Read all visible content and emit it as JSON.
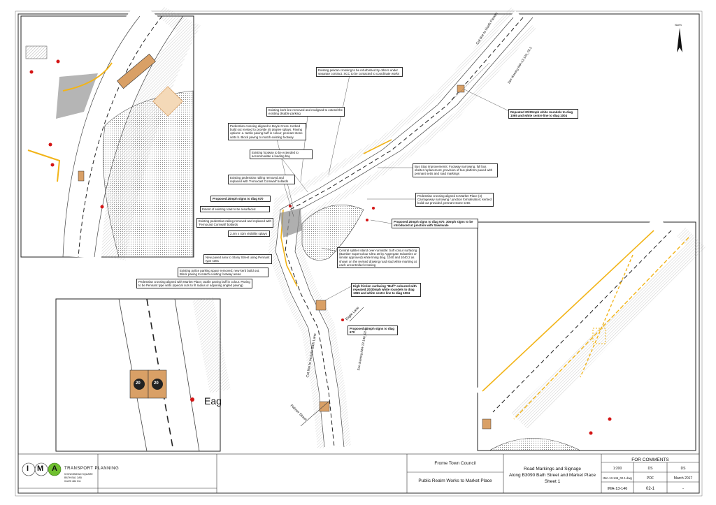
{
  "annotations": [
    "Existing pelican crossing to be refurbished by others under separate contract. SCC to be contacted to coordinate works",
    "Existing kerb line removed and realigned to extend the existing disable parking",
    "Pedestrian crossing aligned to Boyle Cross. Kerbed build out revised to provide 45 degree splays. Paving options: a. tactile paving buff in colour; pennant stone setts b. Block paving to match existing footway",
    "Existing footway to be extended to accommodate a loading bay",
    "Existing pedestrian railing removed and replaced with 'Fernocast Cornwall' bollards",
    "Proposed 20mph signs to diag 670",
    "Extent of existing road to be resurfaced",
    "Existing pedestrian railing removed and replaced with 'Fernocast Cornwall' bollards",
    "2.4m x 43m visibility splays",
    "New paved area to Stony Street using Pennant type setts",
    "Existing police parking space removed; new kerb build out. Block paving to match existing footway areas",
    "Pedestrian crossing aligned with Market Place; tactile paving buff in colour. Paving to be Pennant type setts (special cuts to fit radius or adjoining angled paving)",
    "Repeated 20/30mph white roundels to diag 1065 and white centre line to diag 1004",
    "Bus Stop improvements: Footway narrowing, full bus shelter replacement, provision of bus platform paved with pennant setts and road markings",
    "Pedestrian crossing aligned to Market Place (4) Carriageway narrowing / junction formalisation; kerbed build out provided, pennant stone setts",
    "Proposed 20mph signs to diag 670. 30mph signs to be introduced at junction with Sawmvale",
    "Central splitter island over-runnable: buff colour surfacing (Bamber Supercolour Ultra 10 by Aggregate Industries or similar approved) white lining diag. 1040 and 1040.2 as shown on the revised drawing road stud white marking at each uncontrolled crossing",
    "High friction surfacing \"Buff\" coloured with repeated 20/30mph white roundels to diag 1065 and white centre line to diag 1004",
    "Proposed 20mph signs to diag 670"
  ],
  "map_labels": {
    "north": "North",
    "cut_line_top": "Cut line to North Parade",
    "see_drawing_top": "See drawing IMA-13-146_02-2",
    "eagle_lane": "Eagle Lane",
    "cut_line_bottom": "Cut line to Include Bath Lane",
    "see_drawing_bottom": "See drawing IMA-13-146_02-2",
    "palmer_street": "Palmer Street",
    "eagle_partial": "Eag",
    "roundel": "20"
  },
  "title_block": {
    "company": "TRANSPORT PLANNING",
    "logo_letters": [
      "I",
      "M",
      "A"
    ],
    "address": [
      "5 KINGSMEAD SQUARE",
      "BATH   BA1 2AB",
      "01225 484 011"
    ],
    "client": "Frome Town Council",
    "project": "Public Realm Works to Market Place",
    "title": [
      "Road Markings and Signage",
      "Along B3090 Bath Street and Market Place",
      "Sheet 1"
    ],
    "status": "FOR COMMENTS",
    "scale": "1:200",
    "drawn": "DS",
    "checked": "DS",
    "file": "IMA-13-146_02-1.dwg",
    "format": "PDF",
    "date": "March 2017",
    "job_no": "IMA-13-146",
    "drawing_no": "02-1",
    "revision": "-"
  },
  "colors": {
    "kerb_yellow": "#f2b418",
    "buff": "#d9a066",
    "road": "#ffffff",
    "hatch": "#9a9a9a",
    "red_sign": "#d41414"
  }
}
